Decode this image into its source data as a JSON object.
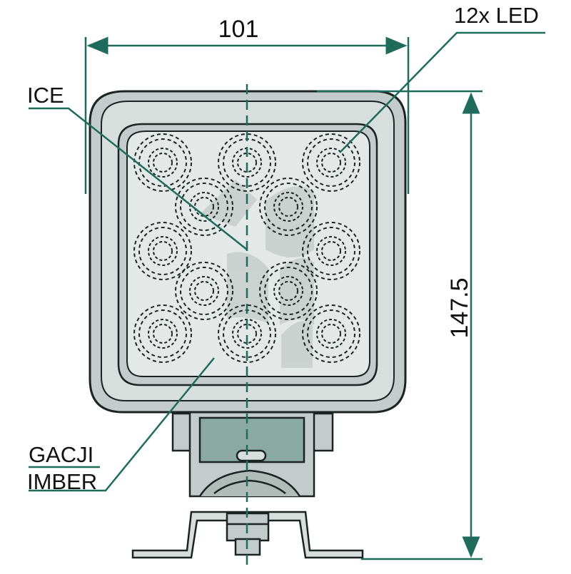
{
  "dimensions": {
    "width": "101",
    "height": "147.5"
  },
  "labels": {
    "led": "12x LED",
    "lens": "ICE",
    "housing_line1": "GACJI",
    "housing_line2": "IMBER"
  },
  "colors": {
    "dimension_line": "#1f6b5c",
    "housing_fill": "#c3ccca",
    "housing_inner": "#d7dedc",
    "lens_fill": "#e4e9e7",
    "outline": "#1b2422",
    "watermark": "#c9cfcd",
    "mount_fill": "#8aa9a1",
    "led_dash": "#1b2422"
  },
  "led_count": 12
}
